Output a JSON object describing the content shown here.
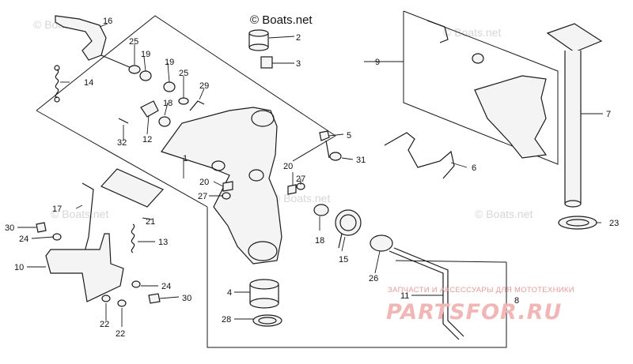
{
  "copyright": "© Boats.net",
  "watermarks": [
    "© Boats.net",
    "© Boats.net",
    "© Boats.net",
    "© Boats.net",
    "© Boats.net"
  ],
  "partner": {
    "tagline": "ЗАПЧАСТИ И АКСЕССУАРЫ ДЛЯ МОТОТЕХНИКИ",
    "logo": "PARTSFOR.RU"
  },
  "callouts": [
    "1",
    "2",
    "3",
    "4",
    "5",
    "6",
    "7",
    "8",
    "9",
    "10",
    "11",
    "12",
    "13",
    "14",
    "15",
    "16",
    "17",
    "18",
    "18",
    "19",
    "19",
    "20",
    "20",
    "21",
    "22",
    "22",
    "23",
    "24",
    "24",
    "25",
    "25",
    "26",
    "27",
    "27",
    "28",
    "29",
    "30",
    "30",
    "31",
    "32"
  ]
}
